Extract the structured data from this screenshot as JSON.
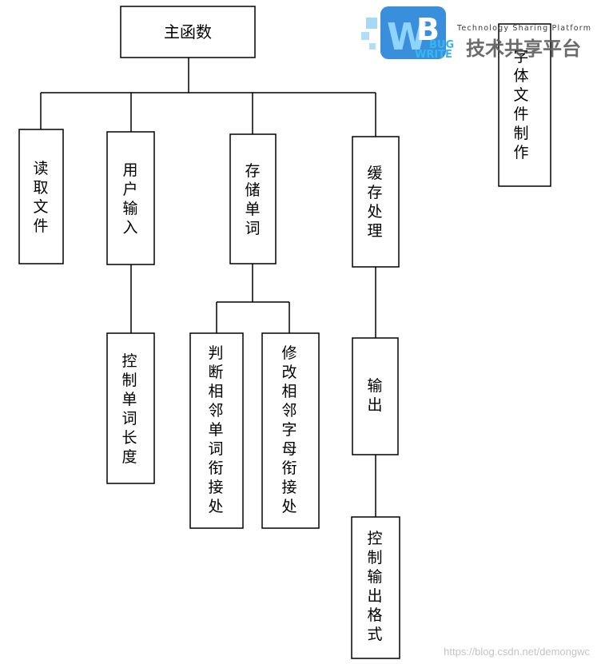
{
  "root": {
    "label": "主函数"
  },
  "modules": [
    {
      "id": "read-file",
      "label": "读取文件"
    },
    {
      "id": "user-input",
      "label": "用户输入"
    },
    {
      "id": "store-words",
      "label": "存储单词"
    },
    {
      "id": "cache",
      "label": "缓存处理"
    },
    {
      "id": "word-length",
      "label": "控制单词长度"
    },
    {
      "id": "judge-junction",
      "label": "判断相邻单词衔接处"
    },
    {
      "id": "modify-junction",
      "label": "修改相邻字母衔接处"
    },
    {
      "id": "output",
      "label": "输出"
    },
    {
      "id": "output-format",
      "label": "控制输出格式"
    },
    {
      "id": "font-file",
      "label": "字体文件制作"
    }
  ],
  "logo": {
    "letters_w": "W",
    "letters_b": "B",
    "bug": "BUG",
    "write": "WRITE",
    "tagline": "Technology Sharing Platform",
    "cn_title": "技术共享平台",
    "colors": {
      "primary": "#1e7fd6",
      "accent": "#35b6f0",
      "text": "#3a3a3a"
    }
  },
  "watermark": "https://blog.csdn.net/demongwc"
}
